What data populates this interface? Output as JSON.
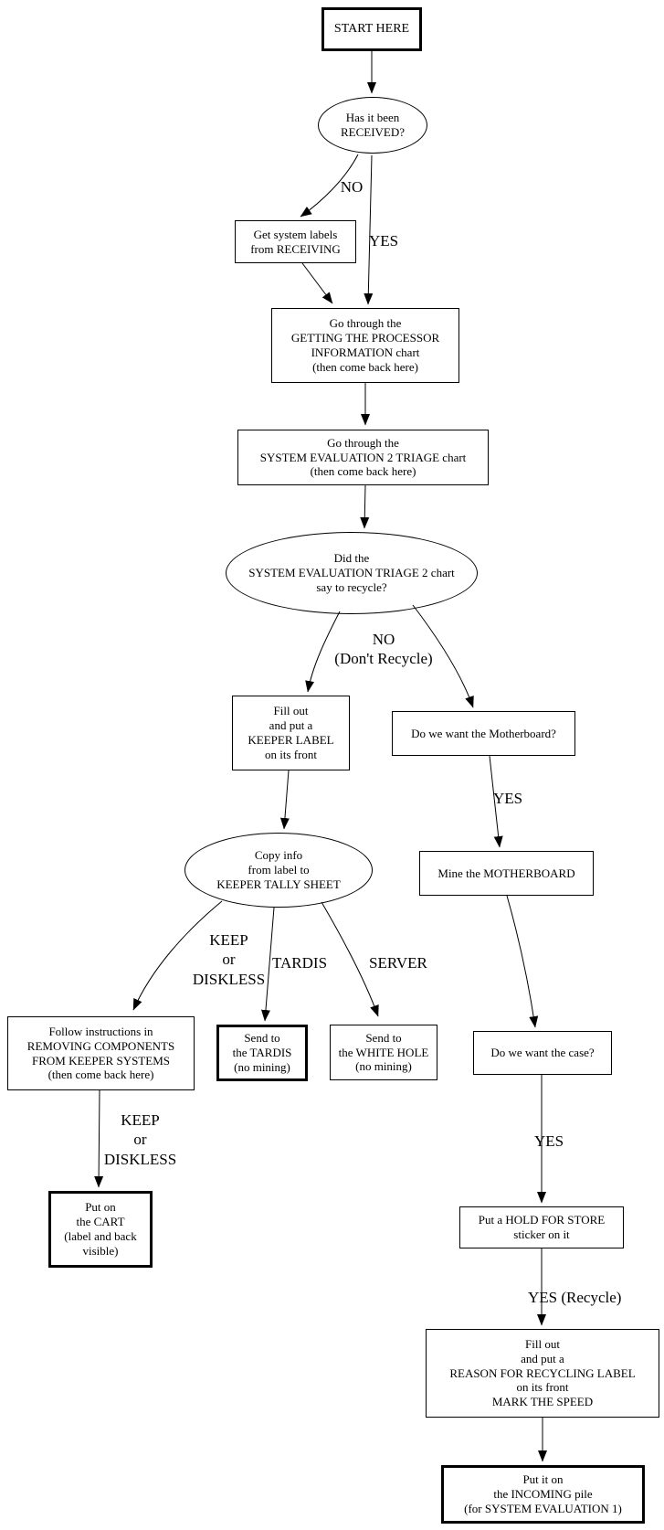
{
  "diagram": {
    "title": "system evaluation flowchart",
    "colors": {
      "background": "#ffffff",
      "line": "#000000",
      "text": "#000000"
    },
    "nodes": {
      "start": {
        "label": "START HERE",
        "shape": "box-thick"
      },
      "received": {
        "label": "Has it been\nRECEIVED?",
        "shape": "ellipse"
      },
      "getlabels": {
        "label": "Get system labels\nfrom RECEIVING",
        "shape": "box"
      },
      "processor": {
        "label": "Go through the\nGETTING THE PROCESSOR\nINFORMATION chart\n(then come back here)",
        "shape": "box"
      },
      "triage": {
        "label": "Go through the\nSYSTEM EVALUATION 2 TRIAGE chart\n(then come back here)",
        "shape": "box"
      },
      "recycleq": {
        "label": "Did the\nSYSTEM EVALUATION TRIAGE 2 chart\nsay to recycle?",
        "shape": "ellipse"
      },
      "keeperlabel": {
        "label": "Fill out\nand put a\nKEEPER LABEL\non its front",
        "shape": "box"
      },
      "motherboardq": {
        "label": "Do we want the Motherboard?",
        "shape": "box"
      },
      "minemb": {
        "label": "Mine the MOTHERBOARD",
        "shape": "box"
      },
      "copyinfo": {
        "label": "Copy info\nfrom label to\nKEEPER TALLY SHEET",
        "shape": "ellipse"
      },
      "followinstr": {
        "label": "Follow instructions in\nREMOVING COMPONENTS\nFROM KEEPER SYSTEMS\n(then come back here)",
        "shape": "box"
      },
      "tardis": {
        "label": "Send to\nthe TARDIS\n(no mining)",
        "shape": "box-thick"
      },
      "whitehole": {
        "label": "Send to\nthe WHITE HOLE\n(no mining)",
        "shape": "box"
      },
      "caseq": {
        "label": "Do we want the case?",
        "shape": "box"
      },
      "cart": {
        "label": "Put on\nthe CART\n(label and back\nvisible)",
        "shape": "box-thick"
      },
      "holdstore": {
        "label": "Put a HOLD FOR STORE\nsticker on it",
        "shape": "box"
      },
      "recyclabel": {
        "label": "Fill out\nand put a\nREASON FOR RECYCLING LABEL\non its front\nMARK THE SPEED",
        "shape": "box"
      },
      "incoming": {
        "label": "Put it on\nthe INCOMING pile\n(for SYSTEM EVALUATION 1)",
        "shape": "box-thick"
      }
    },
    "edge_labels": {
      "no1": "NO",
      "yes1": "YES",
      "no_dont_recycle": "NO\n(Don't Recycle)",
      "yes_motherboard": "YES",
      "keep_or_diskless_1": "KEEP\nor\nDISKLESS",
      "tardis": "TARDIS",
      "server": "SERVER",
      "keep_or_diskless_2": "KEEP\nor\nDISKLESS",
      "yes_case": "YES",
      "yes_recycle": "YES (Recycle)"
    }
  }
}
